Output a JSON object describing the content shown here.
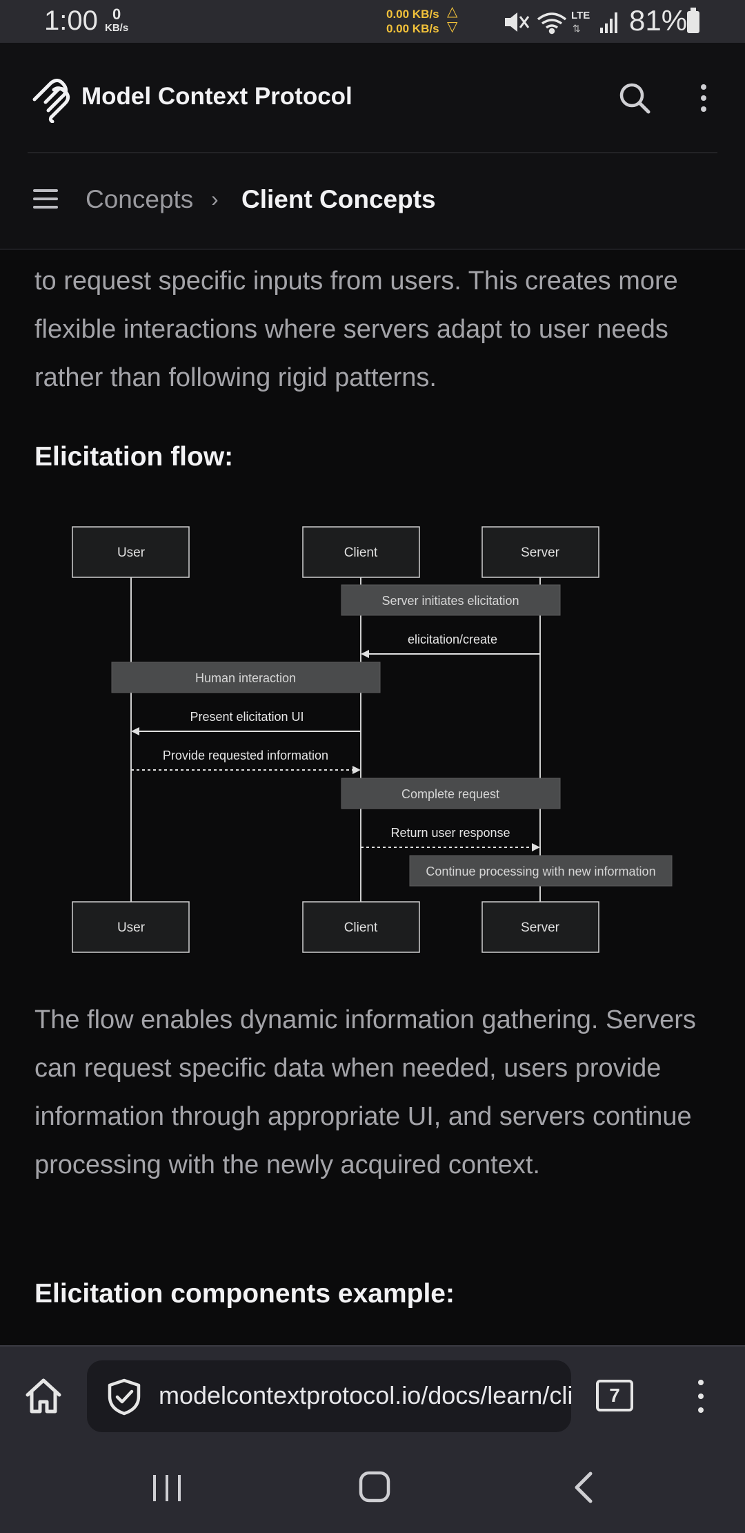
{
  "status": {
    "time": "1:00",
    "data_rate_value": "0",
    "data_rate_unit": "KB/s",
    "upload_speed": "0.00 KB/s",
    "download_speed": "0.00 KB/s",
    "network": "LTE",
    "battery": "81%"
  },
  "header": {
    "site_title": "Model Context Protocol",
    "breadcrumb_parent": "Concepts",
    "breadcrumb_sep": "›",
    "breadcrumb_current": "Client Concepts"
  },
  "content": {
    "intro_text": "to request specific inputs from users. This creates more flexible interactions where servers adapt to user needs rather than following rigid patterns.",
    "flow_heading": "Elicitation flow:",
    "flow_description": "The flow enables dynamic information gathering. Servers can request specific data when needed, users provide information through appropriate UI, and servers continue processing with the newly acquired context.",
    "components_heading": "Elicitation components example:"
  },
  "diagram": {
    "participants": [
      "User",
      "Client",
      "Server"
    ],
    "notes": {
      "server_initiates": "Server initiates elicitation",
      "human_interaction": "Human interaction",
      "complete_request": "Complete request",
      "continue_processing": "Continue processing with new information"
    },
    "messages": {
      "elicitation_create": "elicitation/create",
      "present_ui": "Present elicitation UI",
      "provide_info": "Provide requested information",
      "return_response": "Return user response"
    }
  },
  "browser": {
    "url": "modelcontextprotocol.io/docs/learn/client-concepts",
    "tab_count": "7"
  }
}
